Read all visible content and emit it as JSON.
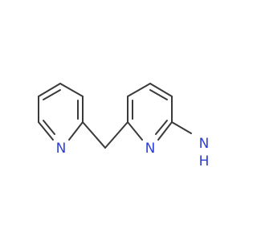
{
  "molecule": {
    "atoms": {
      "n_ring1": "N",
      "n_ring2": "N",
      "n_amine": "N",
      "h_amine": "H"
    },
    "colors": {
      "bond": "#3a3a3a",
      "nitrogen": "#2b3fd6",
      "background": "#ffffff"
    }
  }
}
